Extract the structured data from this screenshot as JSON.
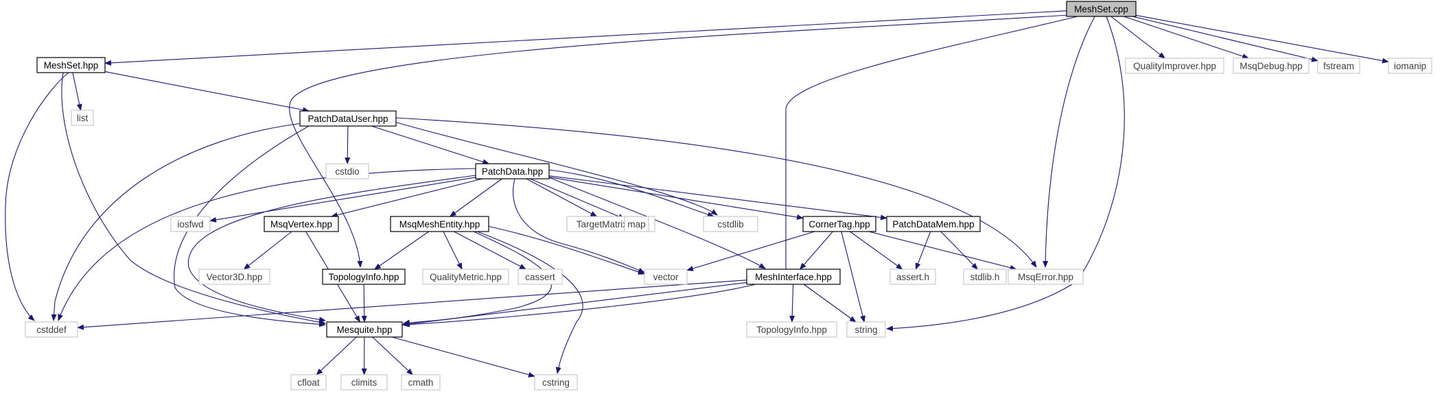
{
  "colors": {
    "edge": "#191970",
    "root_fill": "#bfbfbf",
    "node_border": "#000000",
    "ext_border": "#bfbfbf",
    "ext_text": "#404040",
    "text": "#000000",
    "background": "#ffffff"
  },
  "nodes": [
    {
      "id": "meshset_cpp",
      "label": "MeshSet.cpp",
      "kind": "root"
    },
    {
      "id": "meshset_hpp",
      "label": "MeshSet.hpp",
      "kind": "file"
    },
    {
      "id": "qualityimprover",
      "label": "QualityImprover.hpp",
      "kind": "external"
    },
    {
      "id": "msqdebug",
      "label": "MsqDebug.hpp",
      "kind": "external"
    },
    {
      "id": "fstream",
      "label": "fstream",
      "kind": "external"
    },
    {
      "id": "iomanip",
      "label": "iomanip",
      "kind": "external"
    },
    {
      "id": "list",
      "label": "list",
      "kind": "external"
    },
    {
      "id": "patchdatauser",
      "label": "PatchDataUser.hpp",
      "kind": "file"
    },
    {
      "id": "cstdio",
      "label": "cstdio",
      "kind": "external"
    },
    {
      "id": "patchdata",
      "label": "PatchData.hpp",
      "kind": "file"
    },
    {
      "id": "iosfwd",
      "label": "iosfwd",
      "kind": "external"
    },
    {
      "id": "msqvertex",
      "label": "MsqVertex.hpp",
      "kind": "file"
    },
    {
      "id": "msqmeshentity",
      "label": "MsqMeshEntity.hpp",
      "kind": "file"
    },
    {
      "id": "targetmatrix",
      "label": "TargetMatrix.hpp",
      "kind": "external"
    },
    {
      "id": "map",
      "label": "map",
      "kind": "external"
    },
    {
      "id": "cstdlib",
      "label": "cstdlib",
      "kind": "external"
    },
    {
      "id": "cornertag",
      "label": "CornerTag.hpp",
      "kind": "file"
    },
    {
      "id": "patchdatamem",
      "label": "PatchDataMem.hpp",
      "kind": "file"
    },
    {
      "id": "vector3d",
      "label": "Vector3D.hpp",
      "kind": "external"
    },
    {
      "id": "topologyinfo",
      "label": "TopologyInfo.hpp",
      "kind": "file"
    },
    {
      "id": "qualitymetric",
      "label": "QualityMetric.hpp",
      "kind": "external"
    },
    {
      "id": "cassert",
      "label": "cassert",
      "kind": "external"
    },
    {
      "id": "vector",
      "label": "vector",
      "kind": "external"
    },
    {
      "id": "meshinterface",
      "label": "MeshInterface.hpp",
      "kind": "file"
    },
    {
      "id": "asserth",
      "label": "assert.h",
      "kind": "external"
    },
    {
      "id": "stdlibh",
      "label": "stdlib.h",
      "kind": "external"
    },
    {
      "id": "msqerror",
      "label": "MsqError.hpp",
      "kind": "external"
    },
    {
      "id": "cstddef",
      "label": "cstddef",
      "kind": "external"
    },
    {
      "id": "mesquite",
      "label": "Mesquite.hpp",
      "kind": "file"
    },
    {
      "id": "topologyinfo_ext",
      "label": "TopologyInfo.hpp",
      "kind": "external"
    },
    {
      "id": "string",
      "label": "string",
      "kind": "external"
    },
    {
      "id": "cfloat",
      "label": "cfloat",
      "kind": "external"
    },
    {
      "id": "climits",
      "label": "climits",
      "kind": "external"
    },
    {
      "id": "cmath",
      "label": "cmath",
      "kind": "external"
    },
    {
      "id": "cstring",
      "label": "cstring",
      "kind": "external"
    }
  ],
  "edges": [
    [
      "meshset_cpp",
      "meshset_hpp"
    ],
    [
      "meshset_cpp",
      "topologyinfo"
    ],
    [
      "meshset_cpp",
      "mesquite"
    ],
    [
      "meshset_cpp",
      "msqerror"
    ],
    [
      "meshset_cpp",
      "string"
    ],
    [
      "meshset_cpp",
      "qualityimprover"
    ],
    [
      "meshset_cpp",
      "msqdebug"
    ],
    [
      "meshset_cpp",
      "fstream"
    ],
    [
      "meshset_cpp",
      "iomanip"
    ],
    [
      "meshset_hpp",
      "list"
    ],
    [
      "meshset_hpp",
      "patchdatauser"
    ],
    [
      "meshset_hpp",
      "cstddef"
    ],
    [
      "meshset_hpp",
      "mesquite"
    ],
    [
      "patchdatauser",
      "cstdio"
    ],
    [
      "patchdatauser",
      "patchdata"
    ],
    [
      "patchdatauser",
      "cstdlib"
    ],
    [
      "patchdatauser",
      "msqerror"
    ],
    [
      "patchdatauser",
      "cstddef"
    ],
    [
      "patchdatauser",
      "mesquite"
    ],
    [
      "patchdata",
      "iosfwd"
    ],
    [
      "patchdata",
      "msqvertex"
    ],
    [
      "patchdata",
      "msqmeshentity"
    ],
    [
      "patchdata",
      "targetmatrix"
    ],
    [
      "patchdata",
      "map"
    ],
    [
      "patchdata",
      "cstdlib"
    ],
    [
      "patchdata",
      "cornertag"
    ],
    [
      "patchdata",
      "patchdatamem"
    ],
    [
      "patchdata",
      "vector"
    ],
    [
      "patchdata",
      "meshinterface"
    ],
    [
      "patchdata",
      "cstddef"
    ],
    [
      "patchdata",
      "mesquite"
    ],
    [
      "msqvertex",
      "vector3d"
    ],
    [
      "msqvertex",
      "mesquite"
    ],
    [
      "msqmeshentity",
      "topologyinfo"
    ],
    [
      "msqmeshentity",
      "qualitymetric"
    ],
    [
      "msqmeshentity",
      "cassert"
    ],
    [
      "msqmeshentity",
      "vector"
    ],
    [
      "msqmeshentity",
      "mesquite"
    ],
    [
      "msqmeshentity",
      "cstring"
    ],
    [
      "topologyinfo",
      "mesquite"
    ],
    [
      "cornertag",
      "vector"
    ],
    [
      "cornertag",
      "meshinterface"
    ],
    [
      "cornertag",
      "asserth"
    ],
    [
      "cornertag",
      "string"
    ],
    [
      "cornertag",
      "msqerror"
    ],
    [
      "patchdatamem",
      "asserth"
    ],
    [
      "patchdatamem",
      "stdlibh"
    ],
    [
      "meshinterface",
      "topologyinfo_ext"
    ],
    [
      "meshinterface",
      "string"
    ],
    [
      "meshinterface",
      "cstddef"
    ],
    [
      "meshinterface",
      "mesquite"
    ],
    [
      "mesquite",
      "cfloat"
    ],
    [
      "mesquite",
      "climits"
    ],
    [
      "mesquite",
      "cmath"
    ],
    [
      "mesquite",
      "cstring"
    ]
  ]
}
